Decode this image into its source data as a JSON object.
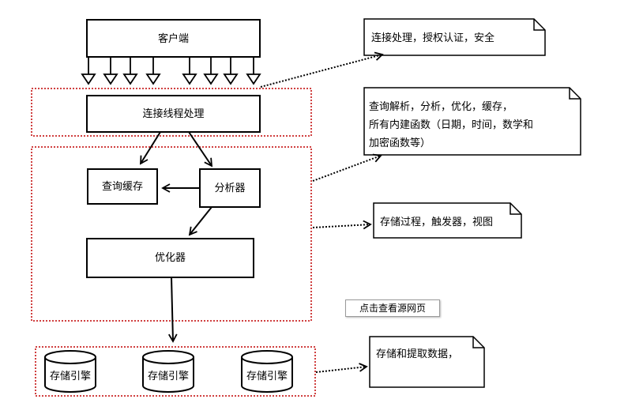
{
  "diagram": {
    "client": "客户端",
    "connection_handler": "连接线程处理",
    "query_cache": "查询缓存",
    "parser": "分析器",
    "optimizer": "优化器",
    "engines": [
      "存储引擎",
      "存储引擎",
      "存储引擎"
    ],
    "notes": {
      "connection": "连接处理，授权认证，安全",
      "parsing_lines": [
        "查询解析，分析，优化，缓存，",
        "所有内建函数（日期，时间，数学和",
        "加密函数等）"
      ],
      "procedures": "存储过程，触发器，视图",
      "storage": "存储和提取数据，"
    },
    "colors": {
      "group_border": "#c00000",
      "line": "#000000",
      "note_bg": "#ffffff"
    }
  },
  "popup": {
    "label": "点击查看源网页"
  }
}
